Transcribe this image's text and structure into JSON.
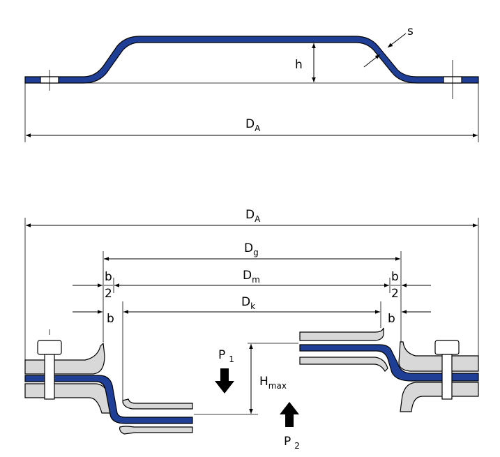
{
  "diagram": {
    "top": {
      "label_s": "s",
      "label_h": "h",
      "label_DA": "D",
      "label_DA_sub": "A"
    },
    "bottom": {
      "label_DA": "D",
      "label_DA_sub": "A",
      "label_Dg": "D",
      "label_Dg_sub": "g",
      "label_Dm": "D",
      "label_Dm_sub": "m",
      "label_Dk": "D",
      "label_Dk_sub": "k",
      "label_b_num": "b",
      "label_b_den": "2",
      "label_b": "b",
      "label_P1": "P",
      "label_P1_sub": "1",
      "label_P2": "P",
      "label_P2_sub": "2",
      "label_Hmax": "H",
      "label_Hmax_sub": "max"
    }
  },
  "colors": {
    "membrane": "#1e3f95",
    "flange": "#d8d8d8",
    "line": "#000000"
  }
}
